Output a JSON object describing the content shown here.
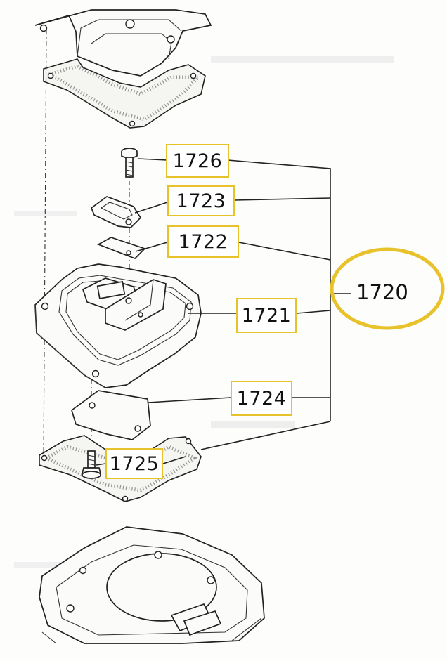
{
  "callouts": [
    {
      "id": "1726",
      "label": "1726"
    },
    {
      "id": "1723",
      "label": "1723"
    },
    {
      "id": "1722",
      "label": "1722"
    },
    {
      "id": "1721",
      "label": "1721"
    },
    {
      "id": "1724",
      "label": "1724"
    },
    {
      "id": "1725",
      "label": "1725"
    }
  ],
  "assembly": {
    "label": "1720"
  },
  "colors": {
    "highlight": "#e8c22a",
    "ink": "#222222"
  }
}
